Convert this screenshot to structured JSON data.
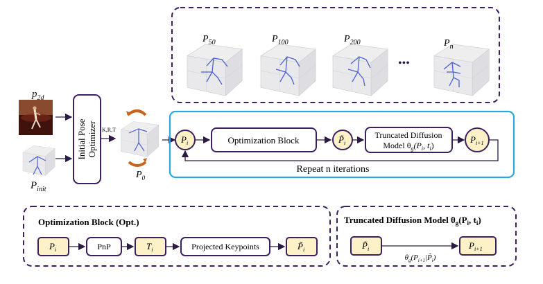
{
  "inputs": {
    "p2d": "p",
    "p2d_sub": "2d",
    "pinit": "P",
    "pinit_sub": "init"
  },
  "init_box": {
    "line1": "Initial Pose",
    "line2": "Optimizer"
  },
  "krt_label": "K,R,T",
  "p0": "P",
  "p0_sub": "0",
  "top_samples": [
    {
      "base": "P",
      "sub": "50"
    },
    {
      "base": "P",
      "sub": "100"
    },
    {
      "base": "P",
      "sub": "200"
    },
    {
      "base": "P",
      "sub": "n"
    }
  ],
  "ellipsis": "•••",
  "loop": {
    "pi": "P",
    "pi_sub": "i",
    "opt_block": "Optimization  Block",
    "pi_tilde": "P̃",
    "pi_tilde_sub": "i",
    "diff_line1": "Truncated Diffusion",
    "diff_line2": "Model θ",
    "diff_line2_sub": "g",
    "diff_line2_tail": "(P",
    "diff_line2_tail_sub": "i",
    "diff_line2_tail2": ", t",
    "diff_line2_tail2_sub": "i",
    "diff_line2_end": ")",
    "pnext": "P",
    "pnext_sub": "i+1",
    "repeat": "Repeat n iterations"
  },
  "opt_panel": {
    "title": "Optimization Block (Opt.)",
    "p1": "P",
    "p1_sub": "i",
    "pnp": "PnP",
    "t": "T",
    "t_sub": "i",
    "proj": "Projected Keypoints",
    "p2": "P̃",
    "p2_sub": "i"
  },
  "diff_panel": {
    "title": "Truncated Diffusion Model θ",
    "title_sub": "g",
    "title_tail": "(P",
    "title_tail_sub": "i",
    "title_tail2": ", t",
    "title_tail2_sub": "i",
    "title_end": ")",
    "pin": "P̃",
    "pin_sub": "i",
    "pout": "P",
    "pout_sub": "i+1",
    "edge": "θ",
    "edge_sub": "g",
    "edge_tail": "(P",
    "edge_tail_sub": "i+1",
    "edge_tail2": "|P̃",
    "edge_tail2_sub": "i",
    "edge_end": ")"
  },
  "colors": {
    "purple": "#3b1f5e",
    "cream": "#fdf1c7",
    "gold": "#d9a42b",
    "cyan": "#2aa7e0",
    "skeleton": "#4a5fd0",
    "orange": "#c8651d"
  }
}
